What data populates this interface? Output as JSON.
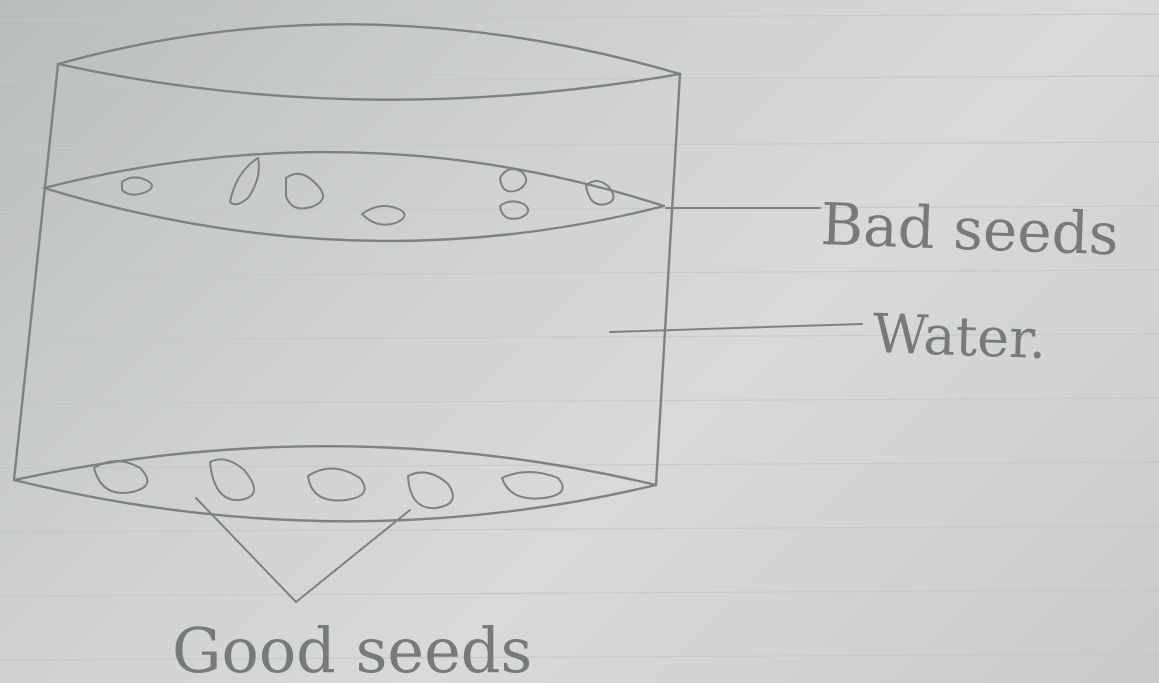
{
  "diagram": {
    "labels": {
      "bad_seeds": "Bad seeds",
      "water": "Water.",
      "good_seeds": "Good seeds"
    },
    "colors": {
      "pencil": "#7d8081",
      "paper": "#d4d6d5",
      "rule_line": "#c3c6c6"
    }
  }
}
